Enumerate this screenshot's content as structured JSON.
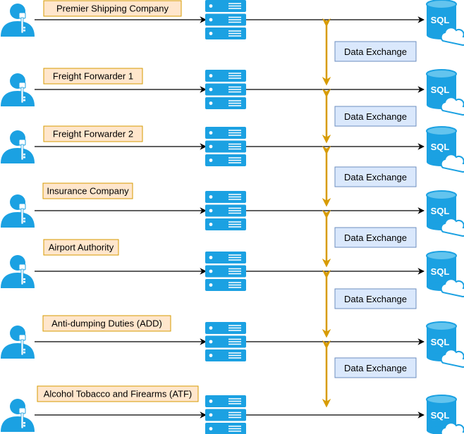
{
  "colors": {
    "entity_fill": "#ffe6cc",
    "entity_stroke": "#d79b00",
    "exchange_fill": "#dae8fc",
    "exchange_stroke": "#6c8ebf",
    "icon_blue": "#1ba1e2",
    "exchange_arrow": "#d79b00",
    "flow_line": "#000000"
  },
  "rows": [
    {
      "label": "Premier Shipping Company",
      "user_icon": "user-with-key-icon",
      "server_icon": "server-rack-icon",
      "db_icon": "sql-database-cloud-icon",
      "db_label": "SQL"
    },
    {
      "label": "Freight Forwarder 1",
      "user_icon": "user-with-key-icon",
      "server_icon": "server-rack-icon",
      "db_icon": "sql-database-cloud-icon",
      "db_label": "SQL"
    },
    {
      "label": "Freight Forwarder 2",
      "user_icon": "user-with-key-icon",
      "server_icon": "server-rack-icon",
      "db_icon": "sql-database-cloud-icon",
      "db_label": "SQL"
    },
    {
      "label": "Insurance Company",
      "user_icon": "user-with-key-icon",
      "server_icon": "server-rack-icon",
      "db_icon": "sql-database-cloud-icon",
      "db_label": "SQL"
    },
    {
      "label": "Airport Authority",
      "user_icon": "user-with-key-icon",
      "server_icon": "server-rack-icon",
      "db_icon": "sql-database-cloud-icon",
      "db_label": "SQL"
    },
    {
      "label": "Anti-dumping Duties (ADD)",
      "user_icon": "user-with-key-icon",
      "server_icon": "server-rack-icon",
      "db_icon": "sql-database-cloud-icon",
      "db_label": "SQL"
    },
    {
      "label": "Alcohol Tobacco and Firearms (ATF)",
      "user_icon": "user-with-key-icon",
      "server_icon": "server-rack-icon",
      "db_icon": "sql-database-cloud-icon",
      "db_label": "SQL"
    }
  ],
  "exchanges": [
    {
      "label": "Data Exchange"
    },
    {
      "label": "Data Exchange"
    },
    {
      "label": "Data Exchange"
    },
    {
      "label": "Data Exchange"
    },
    {
      "label": "Data Exchange"
    },
    {
      "label": "Data Exchange"
    }
  ]
}
